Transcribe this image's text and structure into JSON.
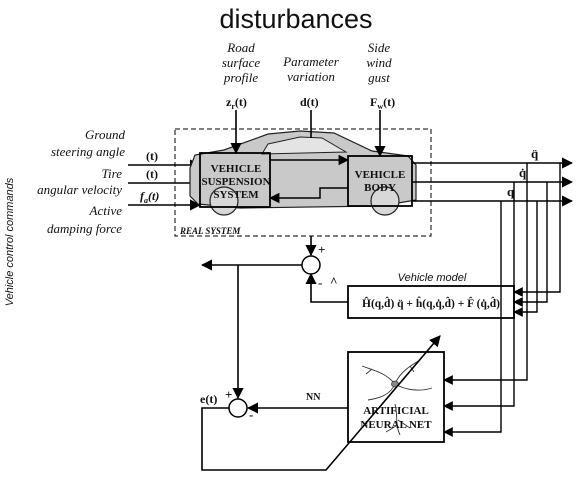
{
  "title": "disturbances",
  "side_label": "Vehicle control commands",
  "disturbances": {
    "road": [
      "Road",
      "surface",
      "profile"
    ],
    "param": [
      "Parameter",
      "variation"
    ],
    "wind": [
      "Side",
      "wind",
      "gust"
    ],
    "road_signal": "z",
    "road_signal_sub": "r",
    "road_signal_arg": "(t)",
    "param_signal": "d(t)",
    "wind_signal": "F",
    "wind_signal_sub": "w",
    "wind_signal_arg": "(t)"
  },
  "inputs": {
    "steering": [
      "Ground",
      "steering angle"
    ],
    "tire": [
      "Tire",
      "angular velocity"
    ],
    "damping": [
      "Active",
      "damping force"
    ],
    "sig1": "(t)",
    "sig2": "(t)",
    "sig3": "f",
    "sig3_sub": "a",
    "sig3_arg": "(t)"
  },
  "blocks": {
    "suspension": [
      "VEHICLE",
      "SUSPENSION",
      "SYSTEM"
    ],
    "body": [
      "VEHICLE",
      "BODY"
    ],
    "real_system": "REAL SYSTEM",
    "vehicle_model_label": "Vehicle model",
    "model_eq": "Ĥ(q,d̂) q̈ + ĥ(q,q̇,d̂) + F̂ (q̇,d̂)",
    "nn": [
      "ARTIFICIAL",
      "NEURAL NET"
    ]
  },
  "outputs": {
    "qddot": "q̈",
    "qdot": "q̇",
    "q": "q"
  },
  "signals": {
    "error": "e(t)",
    "nn": "NN",
    "plus": "+",
    "minus": "-",
    "hat": "^"
  }
}
